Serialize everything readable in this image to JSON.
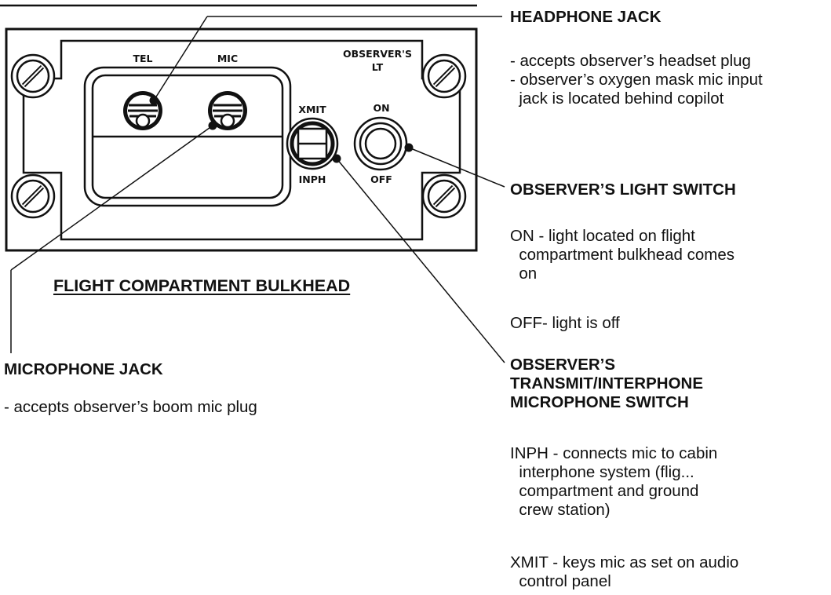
{
  "panel": {
    "title": "FLIGHT COMPARTMENT BULKHEAD",
    "labels": {
      "tel": "TEL",
      "mic": "MIC",
      "observers_lt_line1": "OBSERVER'S",
      "observers_lt_line2": "LT",
      "xmit": "XMIT",
      "inph": "INPH",
      "on": "ON",
      "off": "OFF"
    }
  },
  "callouts": {
    "headphone_jack": {
      "title": "HEADPHONE JACK",
      "lines": [
        "- accepts observer’s headset plug",
        "- observer’s oxygen mask mic input",
        "  jack is located behind copilot"
      ]
    },
    "light_switch": {
      "title": "OBSERVER’S LIGHT SWITCH",
      "on_lines": [
        "ON - light located on flight",
        "  compartment bulkhead comes",
        "  on"
      ],
      "off_line": "OFF- light is off"
    },
    "mic_switch": {
      "title_lines": [
        "OBSERVER’S",
        "TRANSMIT/INTERPHONE",
        "MICROPHONE SWITCH"
      ],
      "inph_lines": [
        "INPH - connects mic to cabin",
        "  interphone system (flig...",
        "  compartment and ground",
        "  crew station)"
      ],
      "xmit_lines": [
        "XMIT - keys mic as set on audio",
        "  control panel"
      ]
    },
    "microphone_jack": {
      "title": "MICROPHONE JACK",
      "lines": [
        "- accepts observer’s boom mic plug"
      ]
    }
  }
}
